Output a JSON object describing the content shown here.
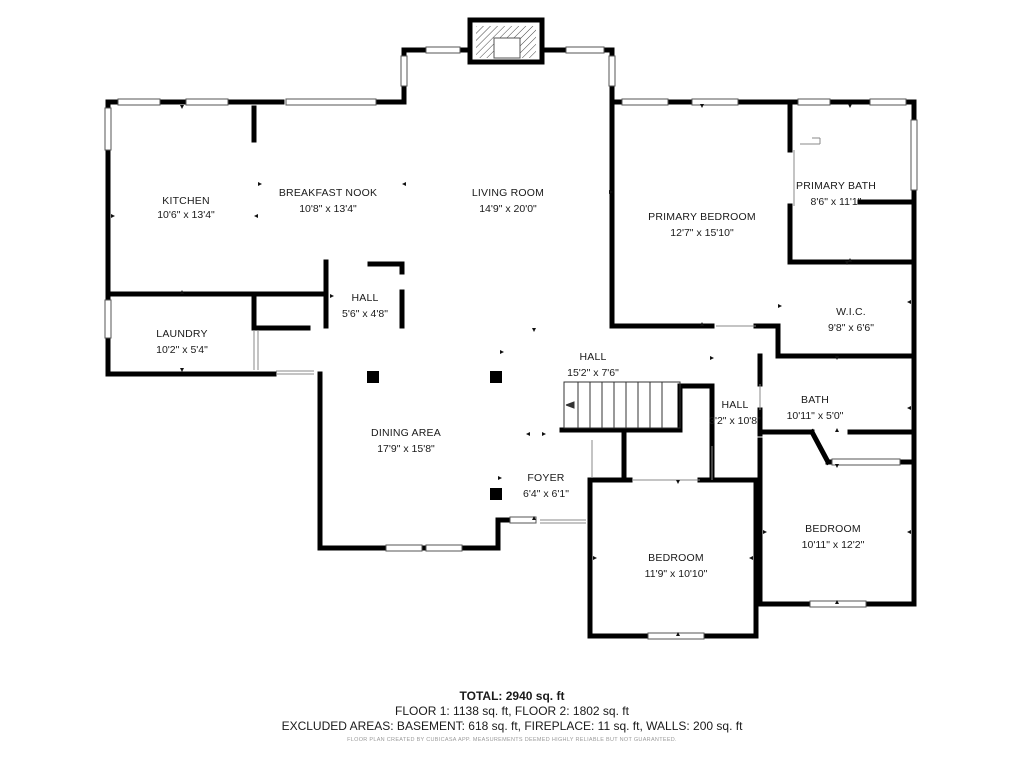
{
  "rooms": {
    "kitchen": {
      "name": "KITCHEN",
      "dims": "10'6\" x 13'4\""
    },
    "breakfast_nook": {
      "name": "BREAKFAST NOOK",
      "dims": "10'8\" x 13'4\""
    },
    "living_room": {
      "name": "LIVING ROOM",
      "dims": "14'9\" x 20'0\""
    },
    "primary_bedroom": {
      "name": "PRIMARY BEDROOM",
      "dims": "12'7\" x 15'10\""
    },
    "primary_bath": {
      "name": "PRIMARY BATH",
      "dims": "8'6\" x 11'1\""
    },
    "hall_small": {
      "name": "HALL",
      "dims": "5'6\" x 4'8\""
    },
    "laundry": {
      "name": "LAUNDRY",
      "dims": "10'2\" x 5'4\""
    },
    "wic": {
      "name": "W.I.C.",
      "dims": "9'8\" x 6'6\""
    },
    "hall_main": {
      "name": "HALL",
      "dims": "15'2\" x 7'6\""
    },
    "hall_side": {
      "name": "HALL",
      "dims": "3'2\" x 10'8\""
    },
    "bath": {
      "name": "BATH",
      "dims": "10'11\" x 5'0\""
    },
    "dining_area": {
      "name": "DINING AREA",
      "dims": "17'9\" x 15'8\""
    },
    "foyer": {
      "name": "FOYER",
      "dims": "6'4\" x 6'1\""
    },
    "bedroom_right": {
      "name": "BEDROOM",
      "dims": "10'11\" x 12'2\""
    },
    "bedroom_bottom": {
      "name": "BEDROOM",
      "dims": "11'9\" x 10'10\""
    }
  },
  "summary": {
    "total": "TOTAL: 2940 sq. ft",
    "floors": "FLOOR 1: 1138 sq. ft, FLOOR 2: 1802 sq. ft",
    "excluded": "EXCLUDED AREAS: BASEMENT: 618 sq. ft, FIREPLACE: 11 sq. ft, WALLS: 200 sq. ft",
    "disclaimer": "FLOOR PLAN CREATED BY CUBICASA APP. MEASUREMENTS DEEMED HIGHLY RELIABLE BUT NOT GUARANTEED."
  }
}
